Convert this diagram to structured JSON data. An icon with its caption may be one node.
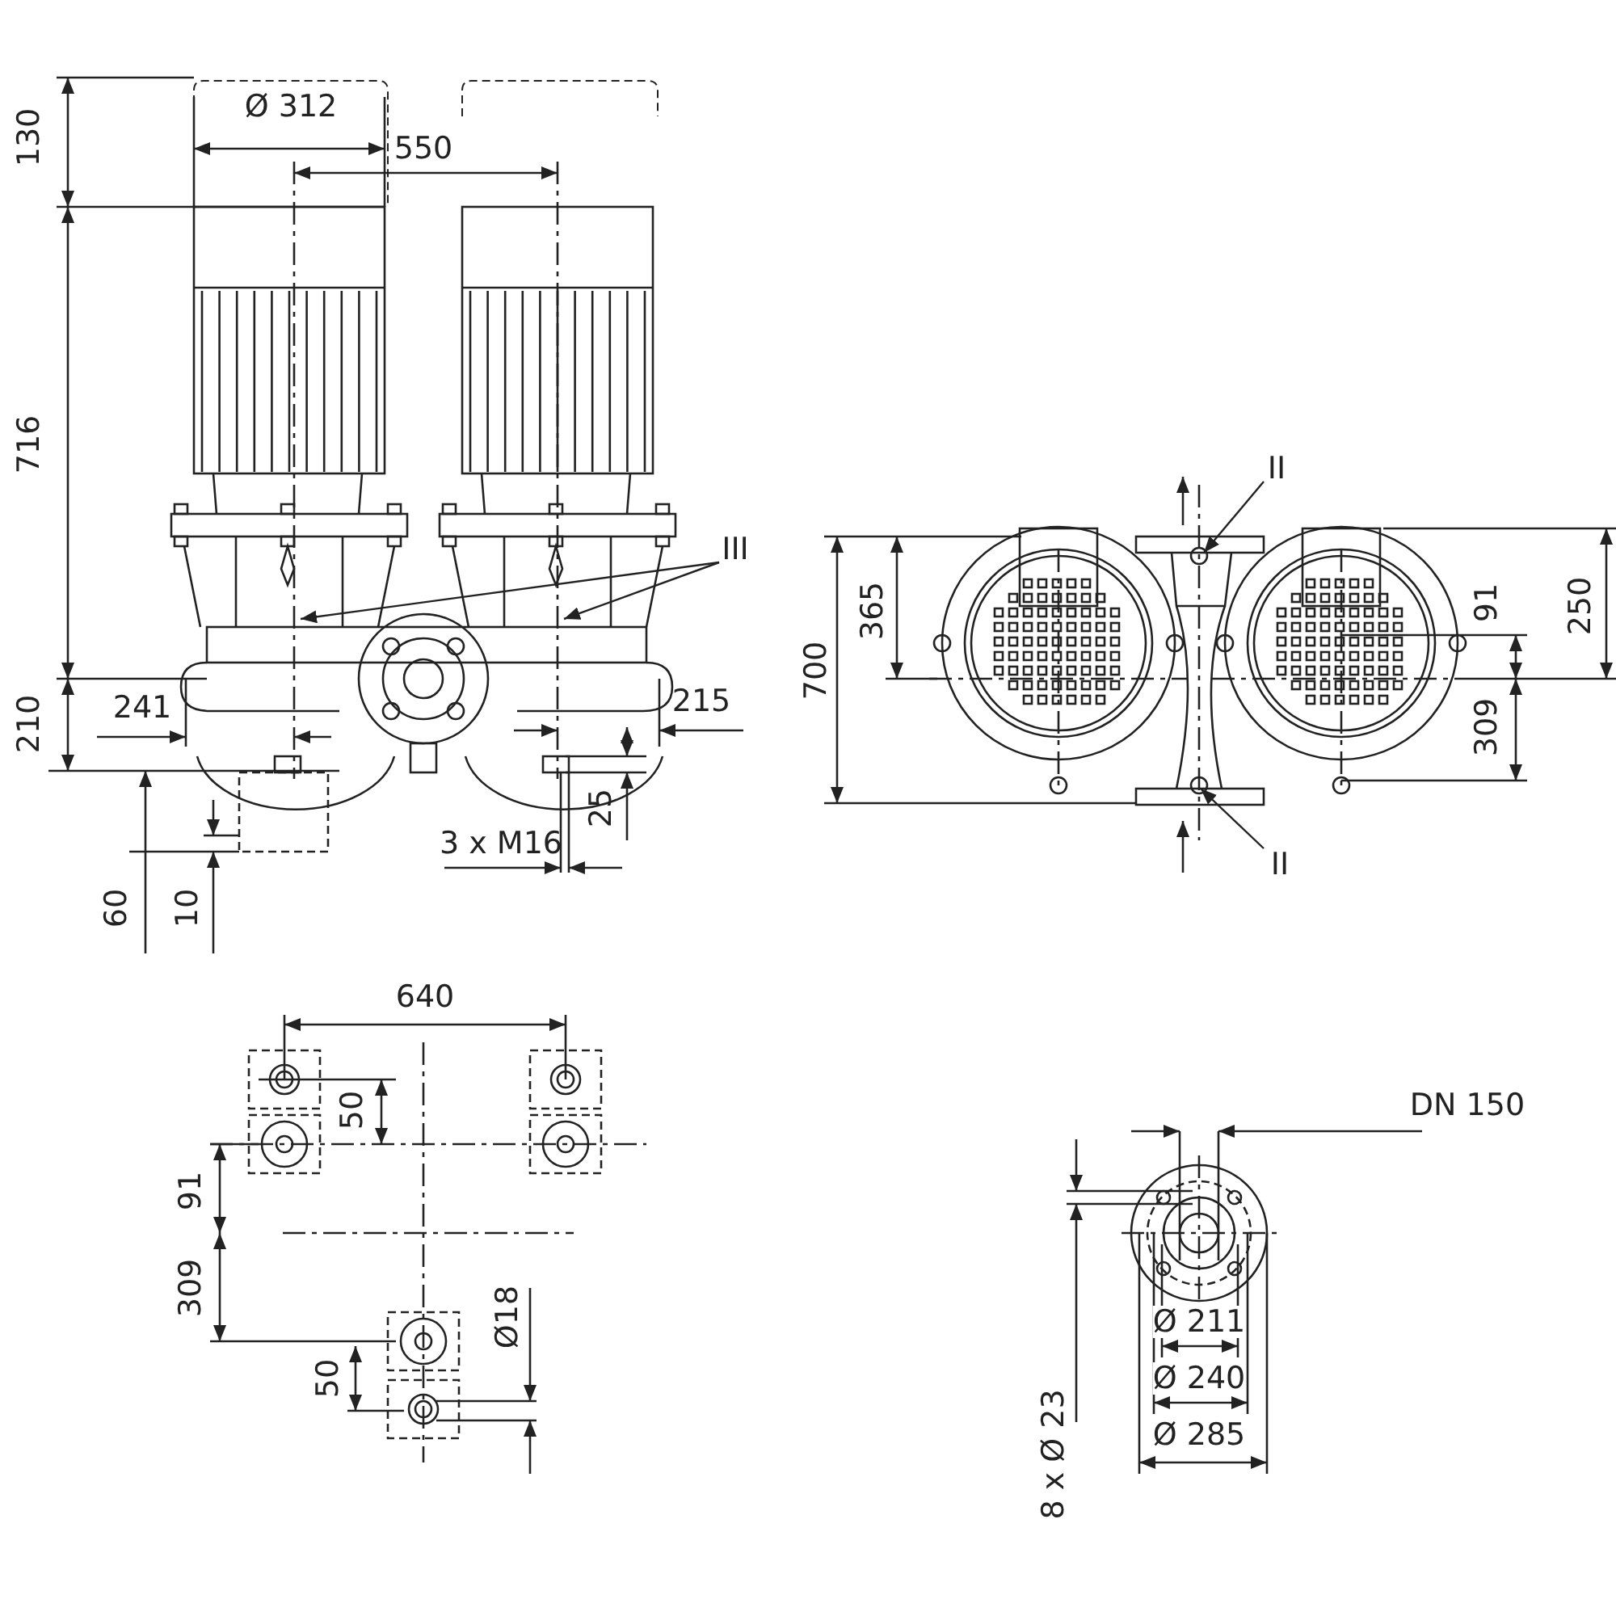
{
  "diagram": {
    "nodes": [
      {
        "text": [
          "III"
        ]
      },
      {
        "text": [
          "II"
        ]
      },
      {
        "text": [
          "II"
        ]
      }
    ],
    "edges": [
      {
        "from": 0,
        "to": null,
        "arrow": "to"
      },
      {
        "from": 0,
        "to": null,
        "arrow": "to"
      },
      {
        "from": 1,
        "to": null,
        "arrow": "to"
      },
      {
        "from": 2,
        "to": null,
        "arrow": "to"
      }
    ],
    "labels": [
      "130",
      "Ø 312",
      "550",
      "716",
      "210",
      "241",
      "215",
      "25",
      "3 x M16",
      "60",
      "10",
      "365",
      "700",
      "91",
      "250",
      "309",
      "640",
      "50",
      "91",
      "309",
      "50",
      "Ø18",
      "DN 150",
      "Ø 211",
      "Ø 240",
      "Ø 285",
      "8 x Ø 23"
    ]
  }
}
